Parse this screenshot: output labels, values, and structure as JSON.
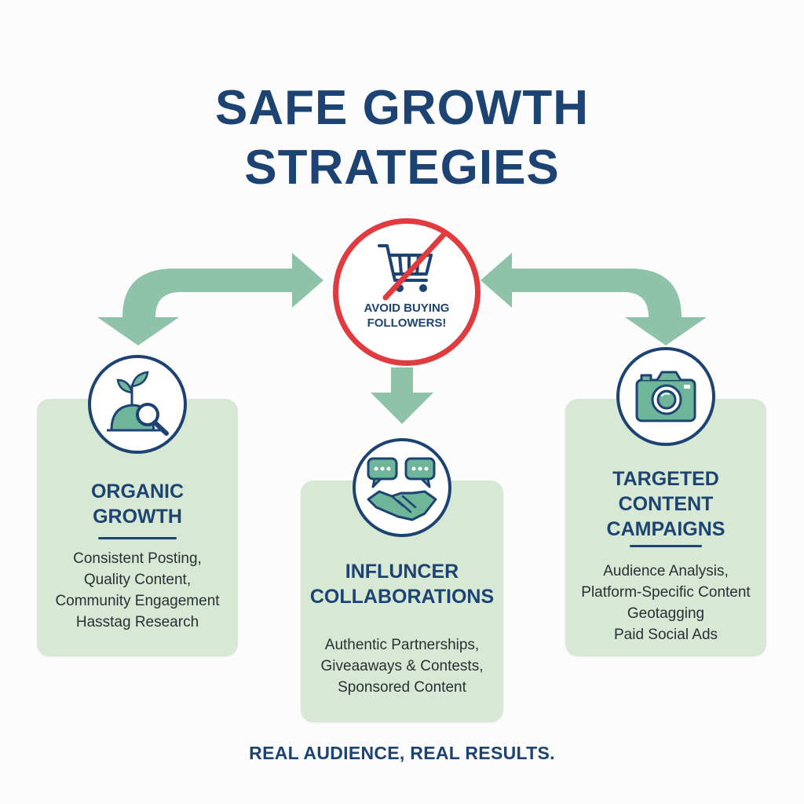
{
  "title": {
    "line1": "SAFE GROWTH",
    "line2": "STRATEGIES"
  },
  "center": {
    "label_line1": "AVOID BUYING",
    "label_line2": "FOLLOWERS!"
  },
  "cards": [
    {
      "title_lines": [
        "ORGANIC",
        "GROWTH"
      ],
      "items": [
        "Consistent Posting,",
        "Quality Content,",
        "Community Engagement",
        "Hasstag Research"
      ]
    },
    {
      "title_lines": [
        "INFLUNCER",
        "COLLABORATIONS"
      ],
      "items": [
        "Authentic Partnerships,",
        "Giveaaways & Contests,",
        "Sponsored Content"
      ]
    },
    {
      "title_lines": [
        "TARGETED",
        "CONTENT",
        "CAMPAIGNS"
      ],
      "items": [
        "Audience Analysis,",
        "Platform-Specific Content",
        "Geotagging",
        "Paid Social Ads"
      ]
    }
  ],
  "tagline": "REAL AUDIENCE, REAL RESULTS.",
  "icons": {
    "center": "shopping-cart-icon",
    "organic": "plant-magnifier-icon",
    "influencer": "chat-handshake-icon",
    "targeted": "camera-icon"
  },
  "colors": {
    "navy": "#1d4373",
    "arrow_green": "#8ec3aa",
    "card_green": "#d7e9d5",
    "ban_red": "#e03b3e",
    "icon_teal": "#6fb59a"
  }
}
